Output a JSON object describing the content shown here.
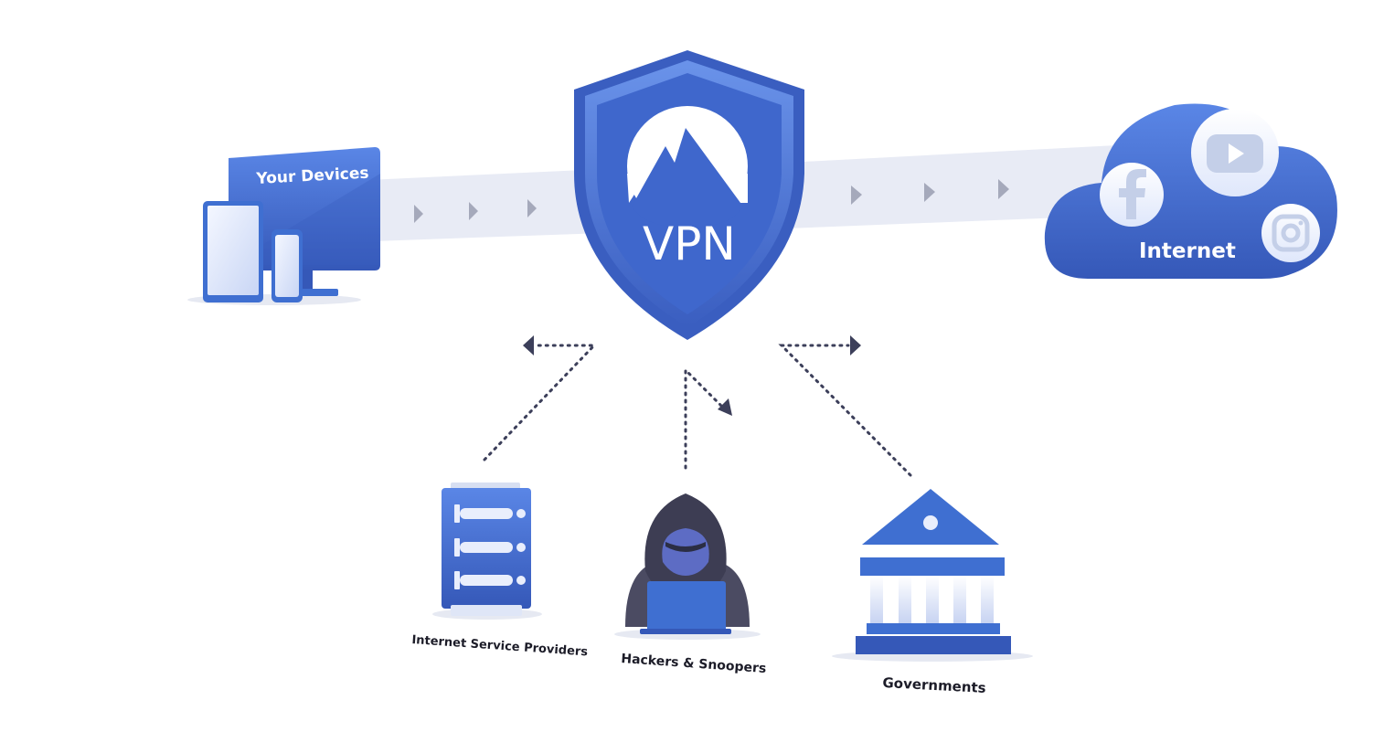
{
  "devices": {
    "label": "Your Devices",
    "icon": "devices-icon"
  },
  "vpn": {
    "label": "VPN",
    "icon": "vpn-shield-icon",
    "logo": "mountain-logo-icon"
  },
  "internet": {
    "label": "Internet",
    "icon": "cloud-icon",
    "services": [
      "facebook-icon",
      "youtube-icon",
      "instagram-icon"
    ]
  },
  "blocked": [
    {
      "label": "Internet Service Providers",
      "icon": "server-icon"
    },
    {
      "label": "Hackers & Snoopers",
      "icon": "hacker-icon"
    },
    {
      "label": "Governments",
      "icon": "government-building-icon"
    }
  ],
  "colors": {
    "primary": "#3f6fd1",
    "primary_dark": "#3558b8",
    "tunnel": "#e9ecf6",
    "arrow": "#a5a9bb",
    "dotted": "#3c3f5a"
  }
}
